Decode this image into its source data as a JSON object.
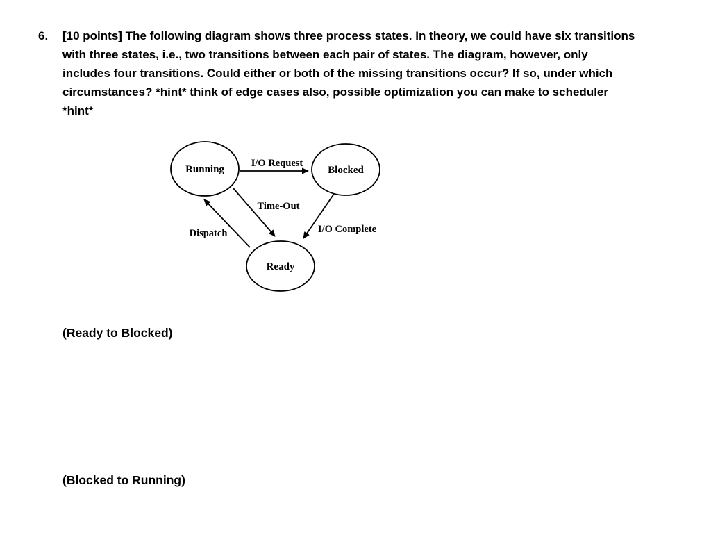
{
  "question": {
    "number": "6.",
    "lines": [
      "[10 points] The following diagram shows three process states. In theory, we could have six transitions",
      "with three states, i.e., two transitions between each pair of states. The diagram, however, only",
      "includes four transitions. Could either or both of the missing transitions occur? If so, under which",
      "circumstances? *hint* think of edge cases also, possible optimization you can make to scheduler",
      "*hint*"
    ]
  },
  "diagram": {
    "type": "state-transition-diagram",
    "nodes": [
      {
        "id": "running",
        "label": "Running"
      },
      {
        "id": "blocked",
        "label": "Blocked"
      },
      {
        "id": "ready",
        "label": "Ready"
      }
    ],
    "edges": [
      {
        "from": "Running",
        "to": "Blocked",
        "label": "I/O Request"
      },
      {
        "from": "Running",
        "to": "Ready",
        "label": "Time-Out"
      },
      {
        "from": "Ready",
        "to": "Running",
        "label": "Dispatch"
      },
      {
        "from": "Blocked",
        "to": "Ready",
        "label": "I/O Complete"
      }
    ]
  },
  "answer_prompts": [
    {
      "label": "(Ready to Blocked)"
    },
    {
      "label": "(Blocked to Running)"
    }
  ]
}
